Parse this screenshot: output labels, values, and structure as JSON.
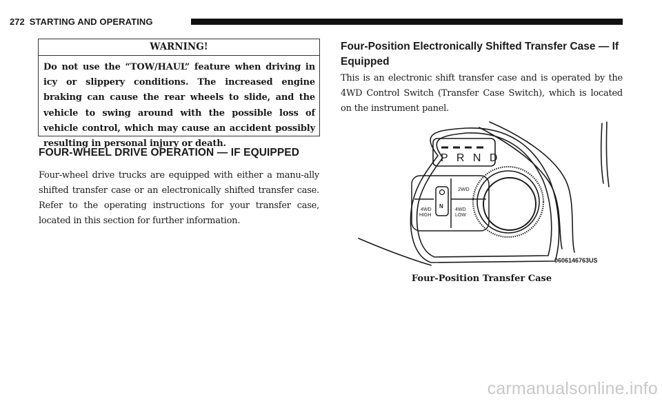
{
  "header": {
    "page_number": "272",
    "section_title": "STARTING AND OPERATING"
  },
  "warning": {
    "title": "WARNING!",
    "text": "Do not use the “TOW/HAUL” feature when driving in icy or slippery conditions. The increased engine braking can cause the rear wheels to slide, and the vehicle to swing around with the possible loss of vehicle control, which may cause an accident possibly resulting in personal injury or death."
  },
  "four_wheel_drive": {
    "heading": "FOUR-WHEEL DRIVE OPERATION — IF EQUIPPED",
    "body": "Four-wheel drive trucks are equipped with either a manu-ally shifted transfer case or an electronically shifted transfer case. Refer to the operating instructions for your transfer case, located in this section for further information."
  },
  "transfer_case": {
    "heading": "Four-Position Electronically Shifted Transfer Case — If Equipped",
    "body": "This is an electronic shift transfer case and is operated by the 4WD Control Switch (Transfer Case Switch), which is located on the instrument panel.",
    "figure": {
      "gear_label": "P R N D",
      "btn_2wd": "2WD",
      "btn_4wd_high_1": "4WD",
      "btn_4wd_high_2": "HIGH",
      "btn_4wd_low_1": "4WD",
      "btn_4wd_low_2": "LOW",
      "neutral_label": "N",
      "image_code": "0606146763US"
    },
    "caption": "Four-Position Transfer Case"
  },
  "watermark": "carmanualsonline.info"
}
